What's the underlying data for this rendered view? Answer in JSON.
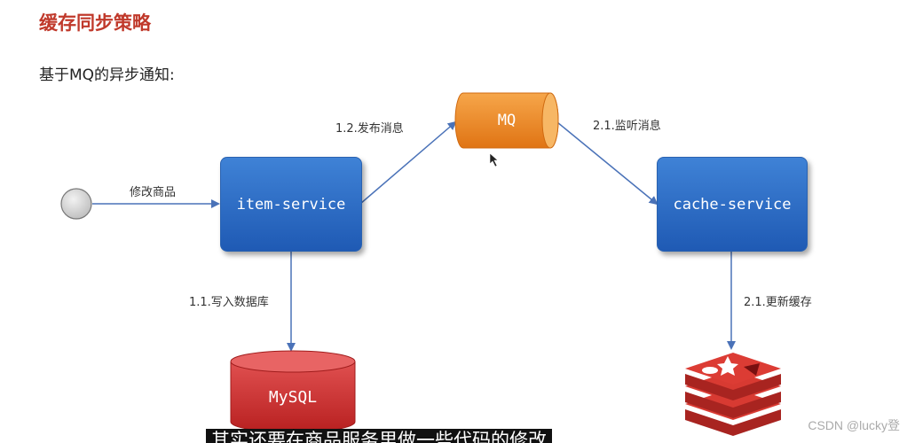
{
  "title": "缓存同步策略",
  "subtitle": "基于MQ的异步通知:",
  "nodes": {
    "item_service": "item-service",
    "mq": "MQ",
    "cache_service": "cache-service",
    "mysql": "MySQL"
  },
  "edges": {
    "modify": "修改商品",
    "publish": "1.2.发布消息",
    "listen": "2.1.监听消息",
    "write_db": "1.1.写入数据库",
    "update_cache": "2.1.更新缓存"
  },
  "icons": {
    "start": "start-circle-icon",
    "redis": "redis-icon",
    "cursor": "mouse-cursor-icon"
  },
  "watermark": "CSDN @lucky登",
  "caption": "其实还要在商品服务里做一些代码的修改",
  "colors": {
    "title": "#c0392b",
    "service_box": "#2d6cc4",
    "mq": "#f08a24",
    "mysql": "#d23a3a",
    "redis": "#d4332e",
    "arrow": "#4a72b8"
  }
}
